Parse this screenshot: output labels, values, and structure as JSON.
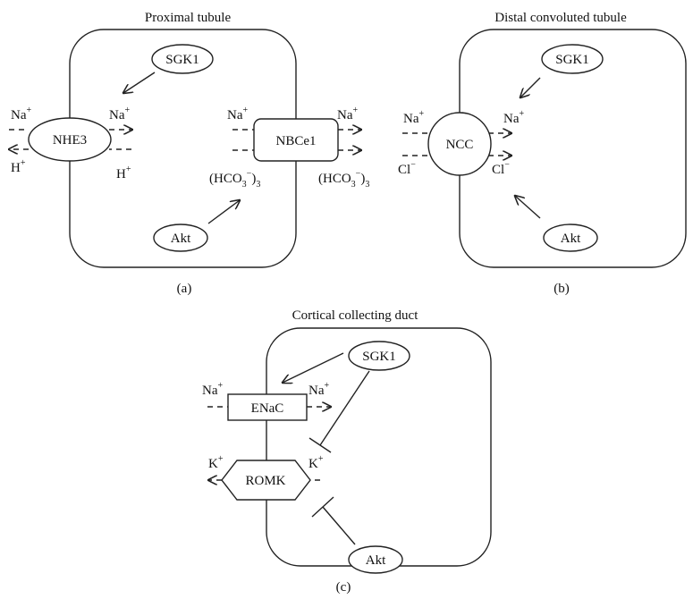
{
  "panels": {
    "a": {
      "title": "Proximal tubule",
      "caption": "(a)",
      "nodes": {
        "sgk1": "SGK1",
        "akt": "Akt",
        "nhe3": "NHE3",
        "nbce1": "NBCe1"
      },
      "ions": {
        "na": "Na",
        "h": "H",
        "plus": "+",
        "hco3_open": "(HCO",
        "hco3_sub3": "3",
        "hco3_minus": "−",
        "hco3_close": ")",
        "hco3_n": "3"
      }
    },
    "b": {
      "title": "Distal convoluted tubule",
      "caption": "(b)",
      "nodes": {
        "sgk1": "SGK1",
        "akt": "Akt",
        "ncc": "NCC"
      },
      "ions": {
        "na": "Na",
        "cl": "Cl",
        "plus": "+",
        "minus": "−"
      }
    },
    "c": {
      "title": "Cortical collecting duct",
      "caption": "(c)",
      "nodes": {
        "sgk1": "SGK1",
        "akt": "Akt",
        "enac": "ENaC",
        "romk": "ROMK"
      },
      "ions": {
        "na": "Na",
        "k": "K",
        "plus": "+"
      }
    }
  }
}
